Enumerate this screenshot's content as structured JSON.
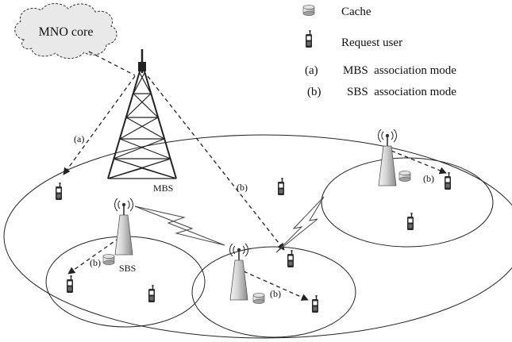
{
  "core": {
    "label": "MNO core"
  },
  "legend": {
    "cache": "Cache",
    "request_user": "Request user",
    "mode_a_key": "(a)",
    "mode_a_text": "MBS  association mode",
    "mode_b_key": "(b)",
    "mode_b_text": "SBS  association mode"
  },
  "labels": {
    "mbs": "MBS",
    "sbs": "SBS",
    "a": "(a)",
    "b": "(b)"
  }
}
